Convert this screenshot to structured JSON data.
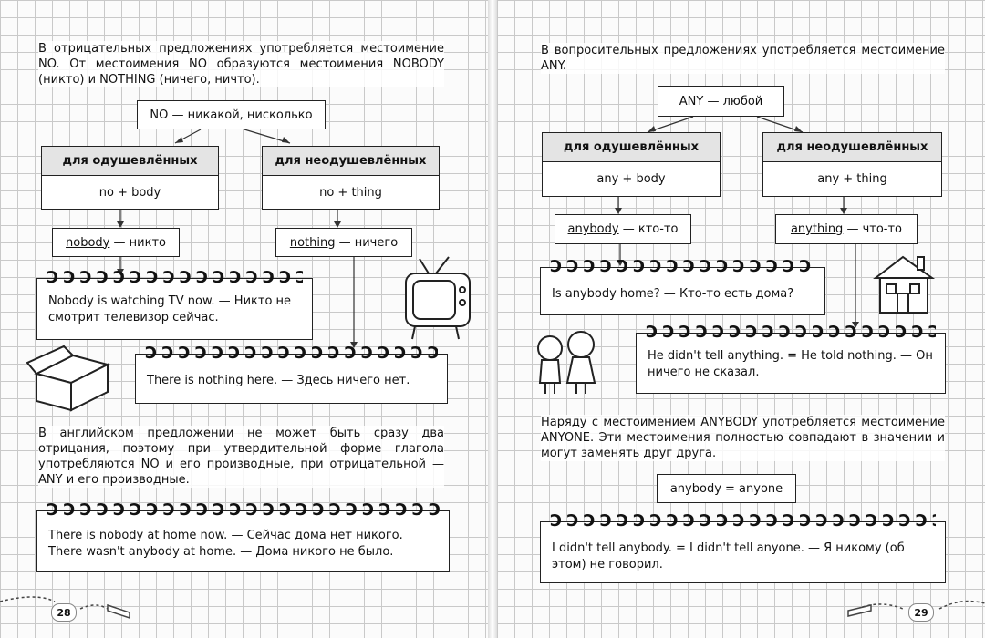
{
  "left": {
    "intro": "В отрицательных предложениях употребляется местоимение NO. От местоимения NO образуются местоимения NOBODY (никто) и NOTHING (ничего, ничто).",
    "top_box": "NO — никакой, нисколько",
    "col1_head": "для одушевлённых",
    "col1_formula": "no + body",
    "col2_head": "для неодушевлённых",
    "col2_formula": "no + thing",
    "res1_word": "nobody",
    "res1_rest": " — никто",
    "res2_word": "nothing",
    "res2_rest": " — ничего",
    "note1": "Nobody is watching TV now. — Никто не смотрит телевизор сейчас.",
    "note2": "There is nothing here. — Здесь ничего нет.",
    "para2": "В английском предложении не может быть сразу два отрицания, поэтому при утвердительной форме глагола употребляются NO и его производные, при отрицательной — ANY и его производные.",
    "note3_line1": "There is nobody at home now. — Сейчас дома нет никого.",
    "note3_line2": "There wasn't anybody at home. — Дома никого не было.",
    "page_number": "28"
  },
  "right": {
    "intro": "В вопросительных предложениях употребляется местоимение ANY.",
    "top_box": "ANY — любой",
    "col1_head": "для одушевлённых",
    "col1_formula": "any + body",
    "col2_head": "для неодушевлённых",
    "col2_formula": "any + thing",
    "res1_word": "anybody",
    "res1_rest": " — кто-то",
    "res2_word": "anything",
    "res2_rest": " — что-то",
    "note1": "Is anybody home? — Кто-то есть дома?",
    "note2": "He didn't tell anything. = He told nothing. — Он ничего не сказал.",
    "para2": "Наряду с местоимением ANYBODY употребляется местоимение ANYONE. Эти местоимения полностью совпадают в значении и могут заменять друг друга.",
    "equiv_box": "anybody = anyone",
    "note3": "I didn't tell anybody. = I didn't tell anyone. — Я никому (об этом) не говорил.",
    "page_number": "29"
  },
  "rings": "ƆƆƆƆƆƆƆƆƆƆƆƆƆƆƆƆƆƆƆƆƆƆƆƆƆƆƆƆ"
}
